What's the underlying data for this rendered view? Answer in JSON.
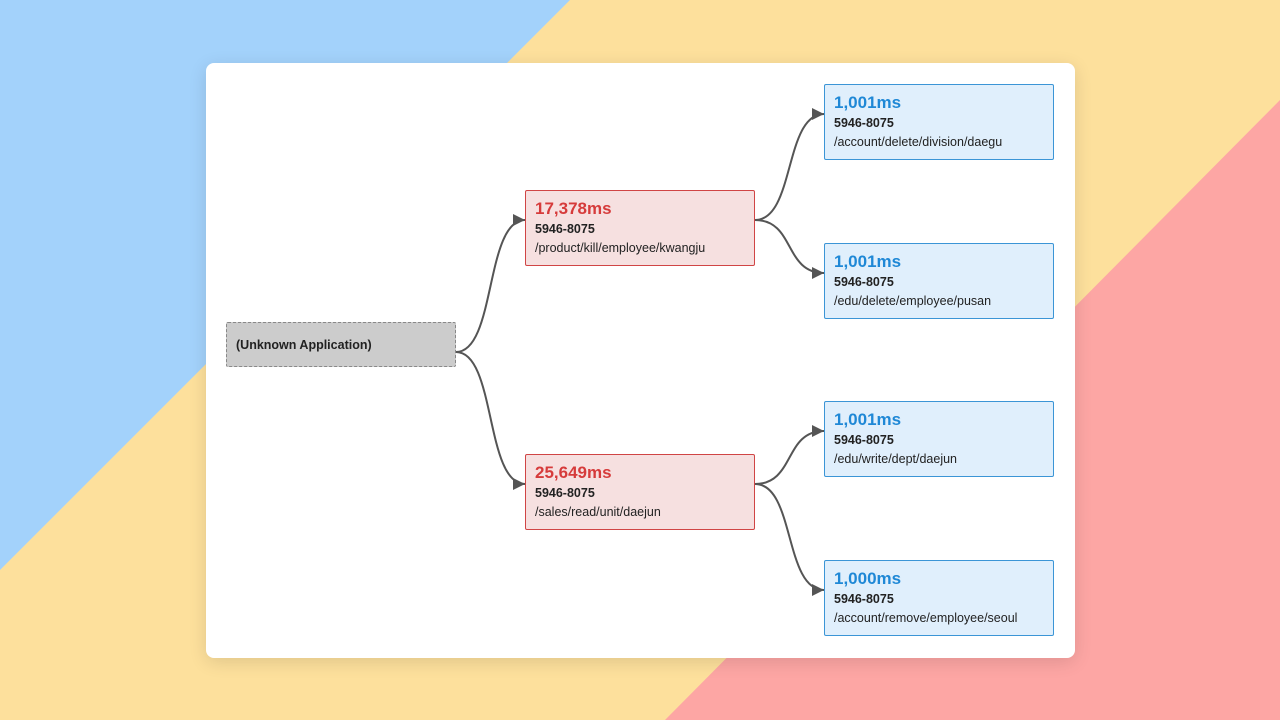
{
  "colors": {
    "bg_blue": "#a3d2fb",
    "bg_yellow": "#fde09c",
    "bg_red": "#fda6a4",
    "link": "#555555",
    "slow_text": "#d63b3b",
    "slow_fill": "#f6e0e0",
    "fast_text": "#1f88d6",
    "fast_fill": "#e0effc",
    "root_fill": "#cccccc"
  },
  "root": {
    "label": "(Unknown Application)"
  },
  "calls": [
    {
      "ms": "17,378ms",
      "id": "5946-8075",
      "path": "/product/kill/employee/kwangju"
    },
    {
      "ms": "25,649ms",
      "id": "5946-8075",
      "path": "/sales/read/unit/daejun"
    }
  ],
  "subcalls": [
    {
      "ms": "1,001ms",
      "id": "5946-8075",
      "path": "/account/delete/division/daegu"
    },
    {
      "ms": "1,001ms",
      "id": "5946-8075",
      "path": "/edu/delete/employee/pusan"
    },
    {
      "ms": "1,001ms",
      "id": "5946-8075",
      "path": "/edu/write/dept/daejun"
    },
    {
      "ms": "1,000ms",
      "id": "5946-8075",
      "path": "/account/remove/employee/seoul"
    }
  ]
}
